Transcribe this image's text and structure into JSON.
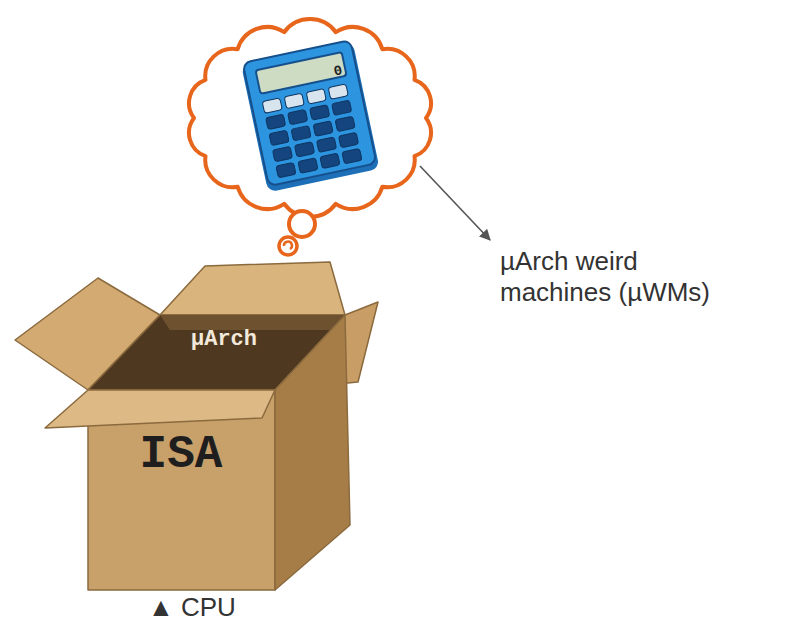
{
  "diagram": {
    "nodes": [
      {
        "text": [
          "µArch",
          "ISA"
        ]
      }
    ],
    "edges": [],
    "labels": [
      "0",
      "µArch weird machines (µWMs)",
      "▲ CPU"
    ]
  }
}
